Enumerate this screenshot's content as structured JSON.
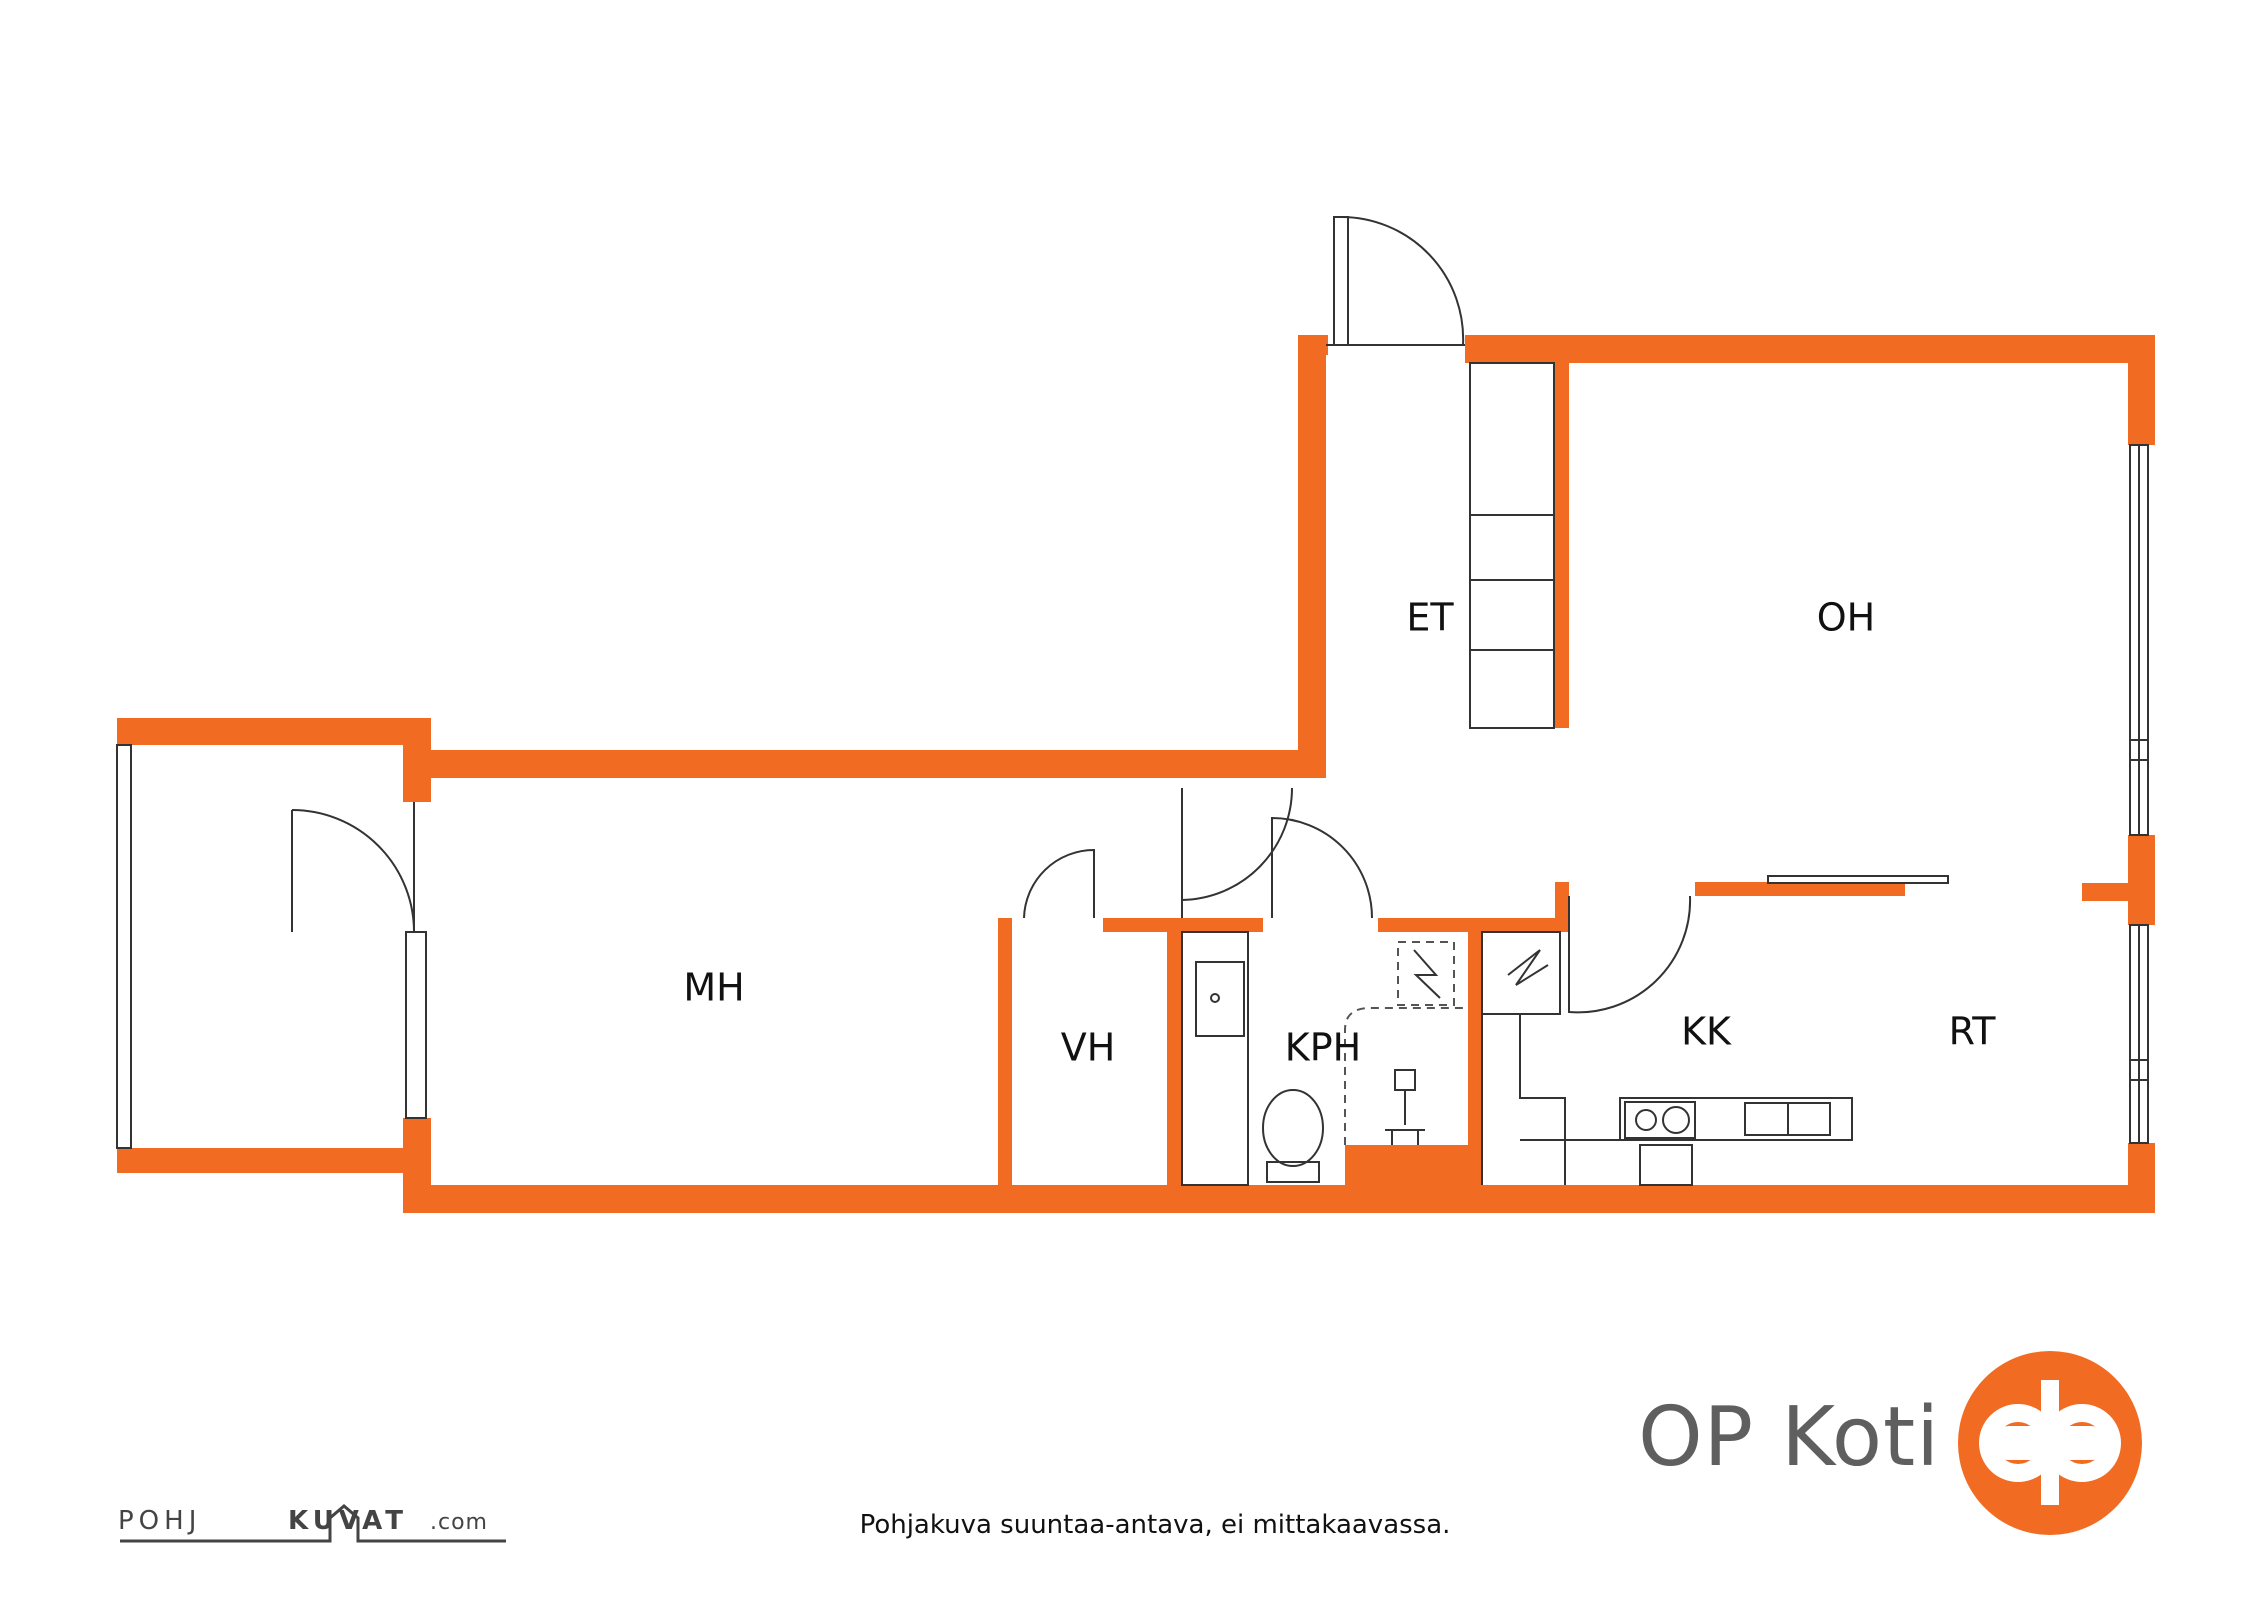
{
  "colors": {
    "wall": "#f26b22",
    "logo_circle": "#f26b22",
    "brand_text": "#5f5f5f"
  },
  "rooms": [
    {
      "label": "ET"
    },
    {
      "label": "OH"
    },
    {
      "label": "MH"
    },
    {
      "label": "VH"
    },
    {
      "label": "KPH"
    },
    {
      "label": "KK"
    },
    {
      "label": "RT"
    }
  ],
  "brand": {
    "name": "OP Koti",
    "logo_icon": "op-logo-icon"
  },
  "footer": {
    "note": "Pohjakuva suuntaa-antava, ei mittakaavassa."
  },
  "watermark": {
    "left": "POHJ",
    "right": "KUVAT",
    "suffix": ".com"
  }
}
